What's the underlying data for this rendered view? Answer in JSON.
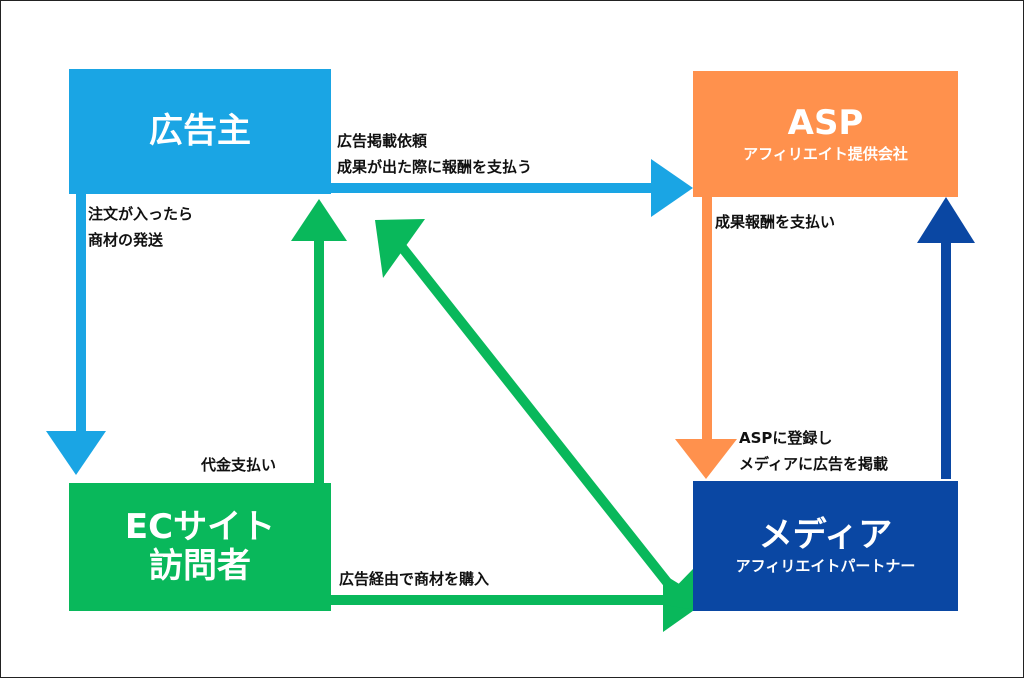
{
  "nodes": {
    "advertiser": {
      "title": "広告主",
      "color": "#1aa5e4"
    },
    "asp": {
      "title": "ASP",
      "subtitle": "アフィリエイト提供会社",
      "color": "#ff914d"
    },
    "ec": {
      "title_lines": [
        "ECサイト",
        "訪問者"
      ],
      "color": "#09b85b"
    },
    "media": {
      "title": "メディア",
      "subtitle": "アフィリエイトパートナー",
      "color": "#0a47a3"
    }
  },
  "edges": {
    "advertiser_to_asp": {
      "lines": [
        "広告掲載依頼",
        "成果が出た際に報酬を支払う"
      ],
      "color": "#1aa5e4"
    },
    "advertiser_to_ec": {
      "lines": [
        "注文が入ったら",
        "商材の発送"
      ],
      "color": "#1aa5e4"
    },
    "asp_to_media": {
      "lines": [
        "成果報酬を支払い"
      ],
      "color": "#ff914d"
    },
    "media_to_asp": {
      "lines": [
        "ASPに登録し",
        "メディアに広告を掲載"
      ],
      "color": "#0a47a3"
    },
    "ec_to_advertiser": {
      "lines": [
        "代金支払い"
      ],
      "color": "#09b85b"
    },
    "ec_to_media": {
      "lines": [
        "広告経由で商材を購入"
      ],
      "color": "#09b85b"
    },
    "advertiser_media_link": {
      "color": "#09b85b"
    }
  }
}
